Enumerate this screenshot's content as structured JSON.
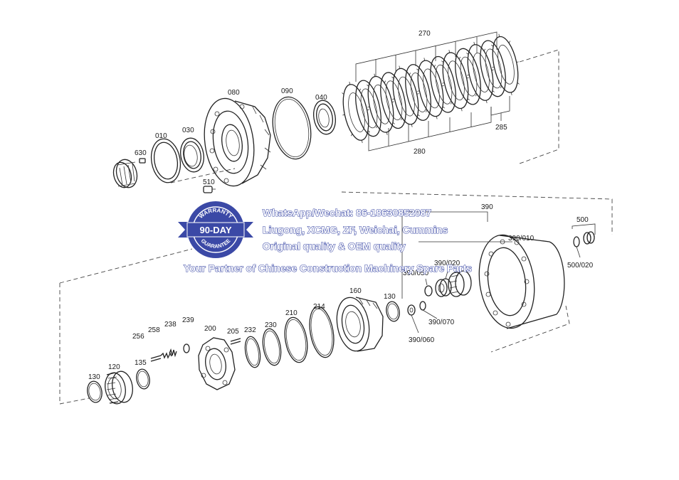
{
  "labels": {
    "p270": "270",
    "p080": "080",
    "p090": "090",
    "p040": "040",
    "p010": "010",
    "p030": "030",
    "p630": "630",
    "p510": "510",
    "p285": "285",
    "p280": "280",
    "p390": "390",
    "p500": "500",
    "p390_010": "390/010",
    "p500_020": "500/020",
    "p390_020": "390/020",
    "p390_050": "390/050",
    "p160": "160",
    "p130a": "130",
    "p390_070": "390/070",
    "p390_060": "390/060",
    "p214": "214",
    "p210": "210",
    "p239": "239",
    "p238": "238",
    "p258": "258",
    "p256": "256",
    "p200": "200",
    "p205": "205",
    "p232": "232",
    "p230": "230",
    "p135": "135",
    "p120": "120",
    "p130b": "130"
  },
  "watermark": {
    "line1": "WhatsApp/Wechat: 86-18630852087",
    "line2": "Liugong, XCMG, ZF, Weichai, Cummins",
    "line3": "Original quality & OEM quality",
    "line4": "Your Partner of Chinese Construction Machinery Spare Parts"
  },
  "seal": {
    "top": "WARRANTY",
    "center": "90-DAY",
    "bottom": "GUARANTEE"
  },
  "colors": {
    "seal_blue": "#3b49a6",
    "watermark_stroke": "#3b49a6",
    "line": "#222222"
  }
}
